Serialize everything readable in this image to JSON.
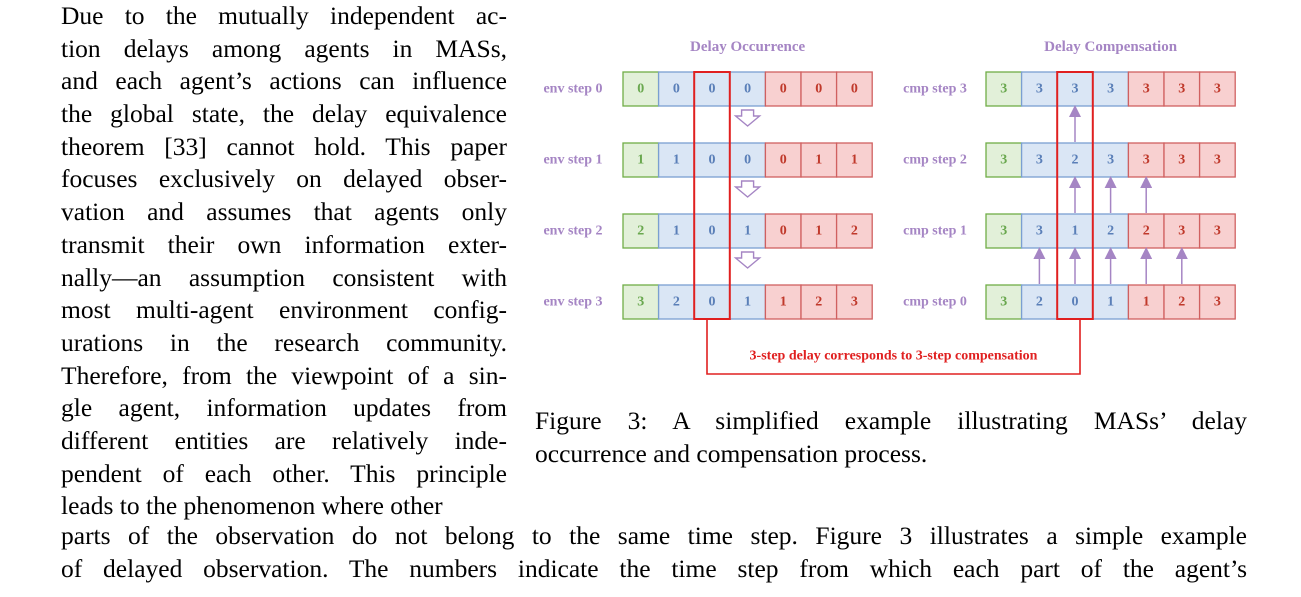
{
  "left_paragraph_lines": [
    "Due to the mutually independent ac-",
    "tion delays among agents in MASs,",
    "and each agent’s actions can influence",
    "the global state, the delay equivalence",
    "theorem [33] cannot hold. This paper",
    "focuses exclusively on delayed obser-",
    "vation and assumes that agents only",
    "transmit their own information exter-",
    "nally—an assumption consistent with",
    "most multi-agent environment config-",
    "urations in the research community.",
    "Therefore, from the viewpoint of a sin-",
    "gle agent, information updates from",
    "different entities are relatively inde-",
    "pendent of each other. This principle",
    "leads to the phenomenon where other"
  ],
  "bottom_lines": [
    "parts of the observation do not belong to the same time step. Figure 3 illustrates a simple example",
    "of delayed observation. The numbers indicate the time step from which each part of the agent’s"
  ],
  "figure": {
    "panels": [
      {
        "title": "Delay Occurrence",
        "rows": [
          {
            "label": "env step 0",
            "cells": [
              "0",
              "0",
              "0",
              "0",
              "0",
              "0",
              "0"
            ]
          },
          {
            "label": "env step 1",
            "cells": [
              "1",
              "1",
              "0",
              "0",
              "0",
              "1",
              "1"
            ]
          },
          {
            "label": "env step 2",
            "cells": [
              "2",
              "1",
              "0",
              "1",
              "0",
              "1",
              "2"
            ]
          },
          {
            "label": "env step 3",
            "cells": [
              "3",
              "2",
              "0",
              "1",
              "1",
              "2",
              "3"
            ]
          }
        ]
      },
      {
        "title": "Delay Compensation",
        "rows": [
          {
            "label": "cmp step 3",
            "cells": [
              "3",
              "3",
              "3",
              "3",
              "3",
              "3",
              "3"
            ]
          },
          {
            "label": "cmp step 2",
            "cells": [
              "3",
              "3",
              "2",
              "3",
              "3",
              "3",
              "3"
            ]
          },
          {
            "label": "cmp step 1",
            "cells": [
              "3",
              "3",
              "1",
              "2",
              "2",
              "3",
              "3"
            ]
          },
          {
            "label": "cmp step 0",
            "cells": [
              "3",
              "2",
              "0",
              "1",
              "1",
              "2",
              "3"
            ]
          }
        ]
      }
    ],
    "cell_groups": [
      "green",
      "blue",
      "blue",
      "blue",
      "red",
      "red",
      "red"
    ],
    "bracket_label": "3-step delay corresponds to 3-step compensation",
    "colors": {
      "purple": "#a585c4",
      "red": "#e02020",
      "green_fill": "#e2f0d9",
      "green_stroke": "#70ad47",
      "green_text": "#6aa84f",
      "blue_fill": "#dae6f5",
      "blue_stroke": "#7a9fd1",
      "blue_text": "#5a7fb8",
      "red_fill": "#f8d0d0",
      "red_stroke": "#d06060",
      "red_text": "#c0392b"
    }
  },
  "caption_lines": [
    "Figure 3:  A simplified example illustrating MASs’ delay",
    "occurrence and compensation process."
  ]
}
